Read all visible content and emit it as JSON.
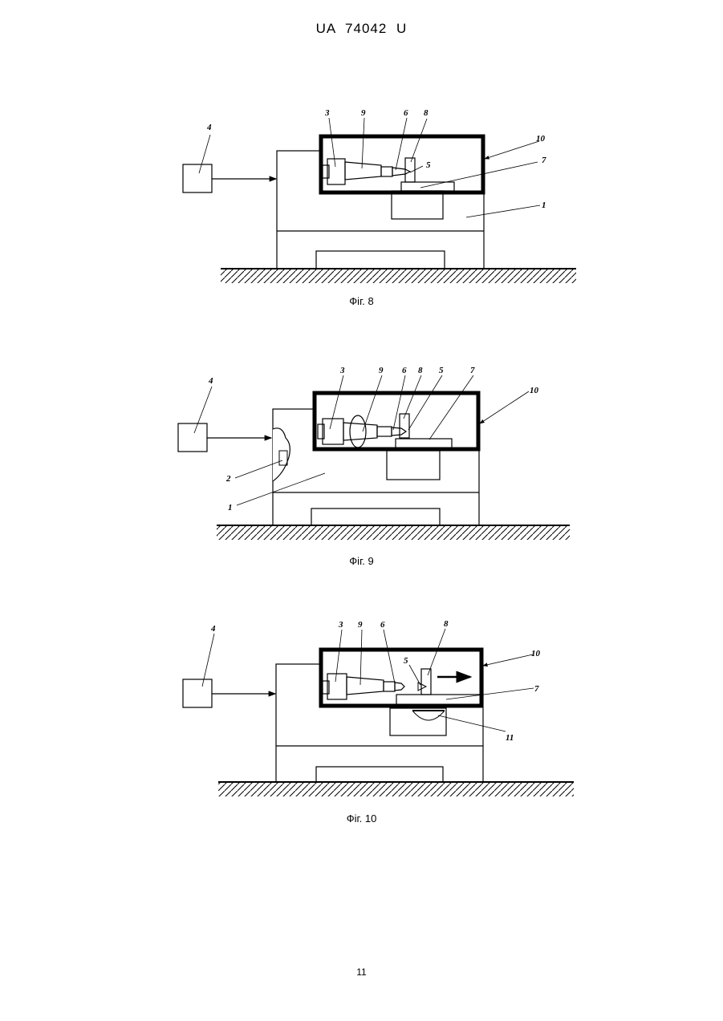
{
  "header": {
    "patent_number": "UA   74042   U"
  },
  "figures": [
    {
      "caption": "Фіг. 8",
      "labels": {
        "n4": "4",
        "n3": "3",
        "n9": "9",
        "n6": "6",
        "n8": "8",
        "n5": "5",
        "n10": "10",
        "n7": "7",
        "n1": "1"
      }
    },
    {
      "caption": "Фіг. 9",
      "labels": {
        "n4": "4",
        "n3": "3",
        "n9": "9",
        "n6": "6",
        "n8": "8",
        "n5": "5",
        "n7": "7",
        "n10": "10",
        "n2": "2",
        "n1": "1"
      }
    },
    {
      "caption": "Фіг. 10",
      "labels": {
        "n4": "4",
        "n3": "3",
        "n9": "9",
        "n6": "6",
        "n8": "8",
        "n5": "5",
        "n10": "10",
        "n7": "7",
        "n11": "11"
      }
    }
  ],
  "page": {
    "number": "11"
  }
}
